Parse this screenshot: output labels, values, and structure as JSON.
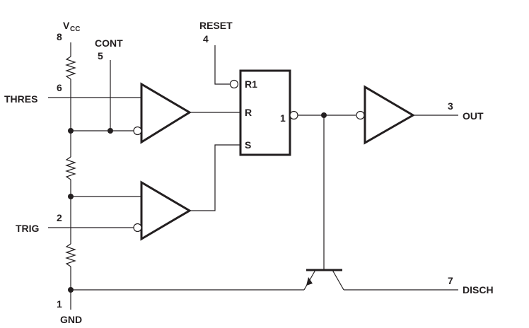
{
  "vcc": {
    "label": "V",
    "sub": "CC",
    "pin": "8"
  },
  "cont": {
    "label": "CONT",
    "pin": "5"
  },
  "reset": {
    "label": "RESET",
    "pin": "4"
  },
  "thres": {
    "label": "THRES",
    "pin": "6"
  },
  "trig": {
    "label": "TRIG",
    "pin": "2"
  },
  "gnd": {
    "label": "GND",
    "pin": "1"
  },
  "out": {
    "label": "OUT",
    "pin": "3"
  },
  "disch": {
    "label": "DISCH",
    "pin": "7"
  },
  "flipflop": {
    "r1": "R1",
    "r": "R",
    "s": "S",
    "q": "1"
  }
}
